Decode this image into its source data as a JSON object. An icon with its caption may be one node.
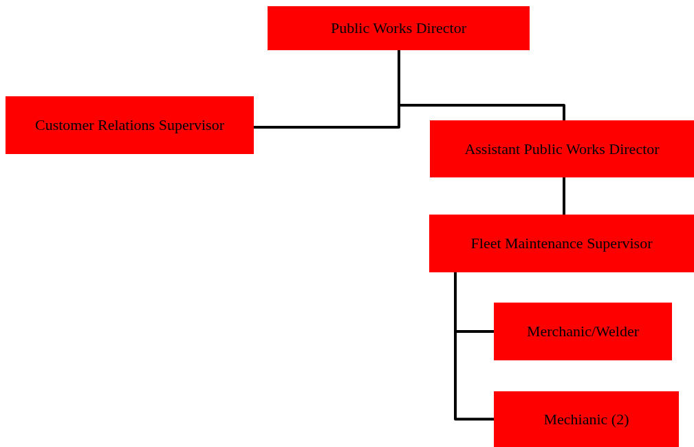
{
  "diagram": {
    "nodes": [
      {
        "text": [
          "Public Works Director"
        ]
      },
      {
        "text": [
          "Customer Relations Supervisor"
        ]
      },
      {
        "text": [
          "Assistant Public Works Director"
        ]
      },
      {
        "text": [
          "Fleet Maintenance Supervisor"
        ]
      },
      {
        "text": [
          "Merchanic/Welder"
        ]
      },
      {
        "text": [
          "Mechianic (2)"
        ]
      }
    ],
    "edges": [
      {
        "from": 0,
        "to": 1,
        "arrow": "none"
      },
      {
        "from": 0,
        "to": 2,
        "arrow": "none"
      },
      {
        "from": 2,
        "to": 3,
        "arrow": "none"
      },
      {
        "from": 3,
        "to": 4,
        "arrow": "none"
      },
      {
        "from": 3,
        "to": 5,
        "arrow": "none"
      }
    ]
  }
}
